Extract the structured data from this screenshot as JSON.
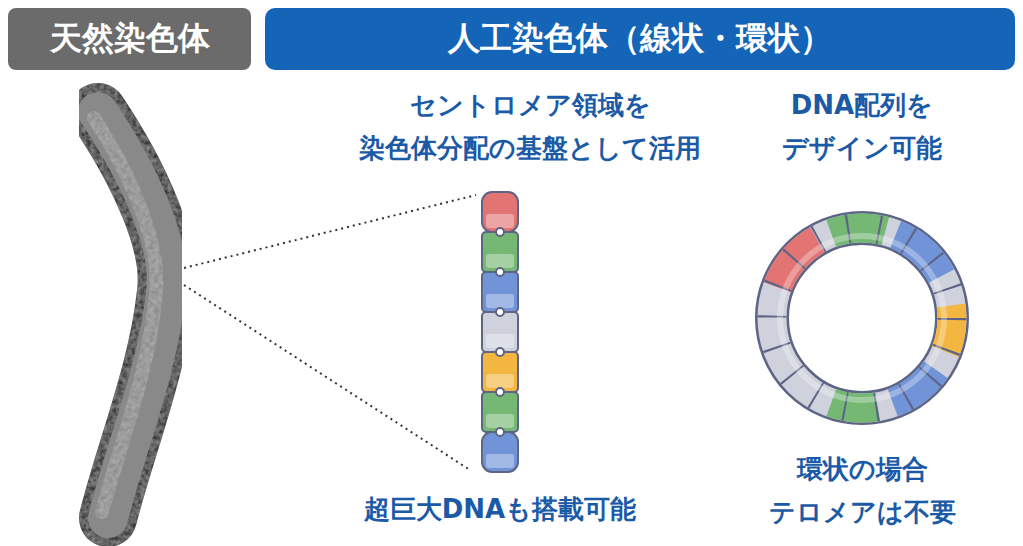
{
  "diagram": {
    "nodes": [
      {
        "text": [
          "天然染色体"
        ]
      },
      {
        "text": [
          "人工染色体（線状・環状）"
        ]
      }
    ],
    "labels": [
      "セントロメア領域を 染色体分配の基盤として活用",
      "DNA配列を デザイン可能",
      "超巨大DNAも搭載可能",
      "環状の場合 テロメアは不要"
    ]
  }
}
